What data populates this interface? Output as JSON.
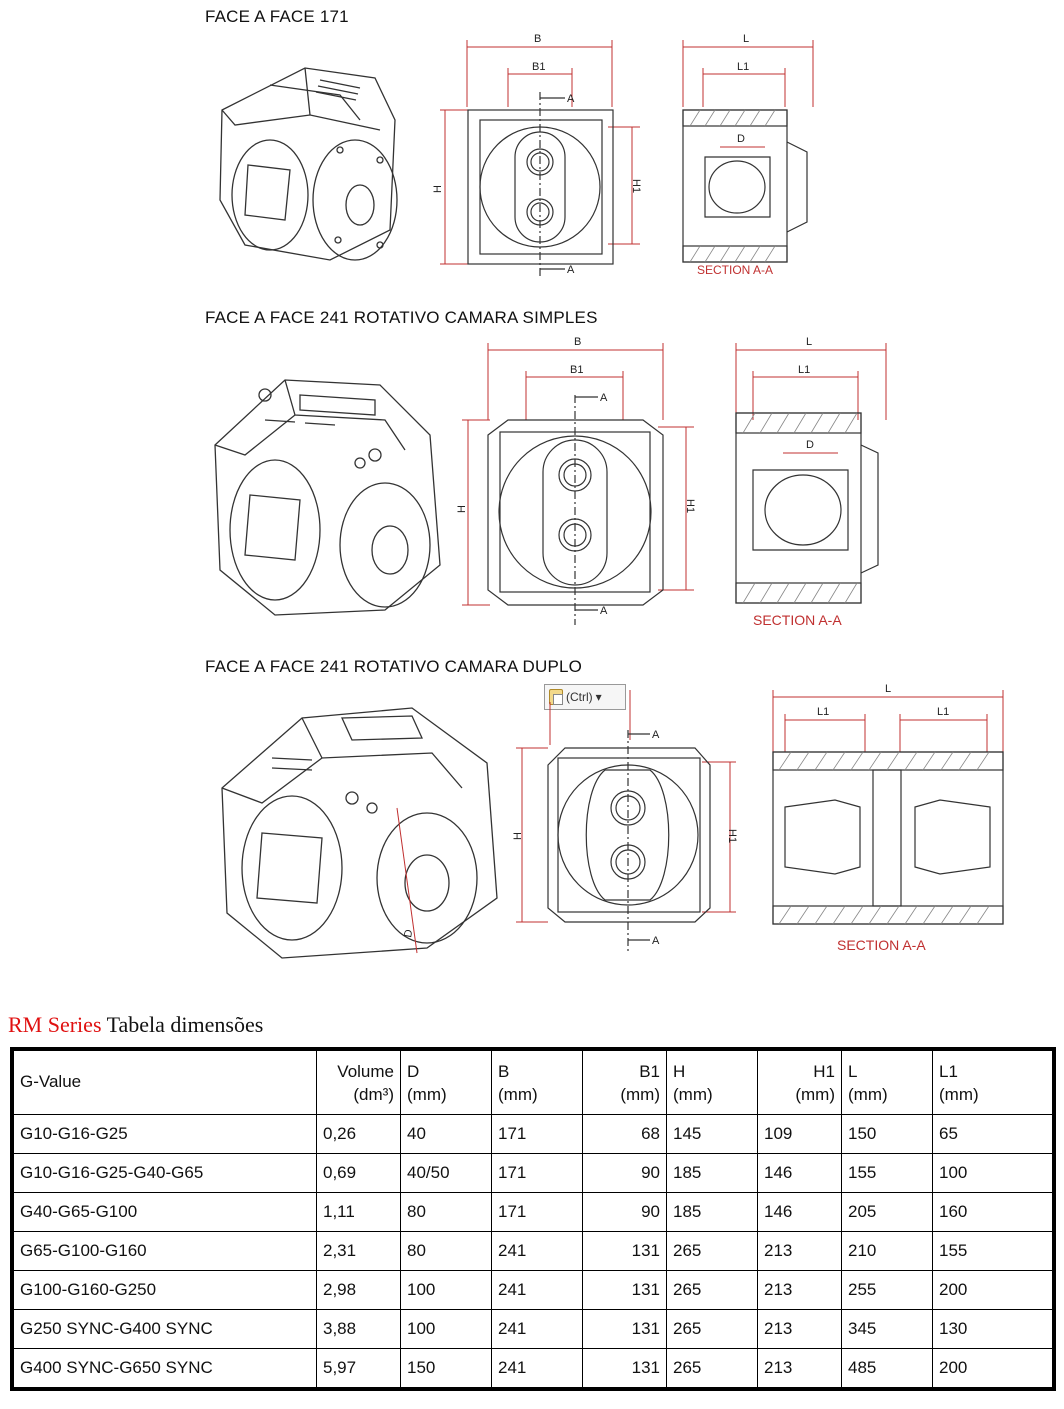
{
  "sections": [
    {
      "title": "FACE A FACE 171",
      "dims": {
        "b": "B",
        "b1": "B1",
        "h": "H",
        "h1": "H1",
        "l": "L",
        "l1": "L1",
        "d": "D",
        "a": "A"
      },
      "section_label": "SECTION A-A"
    },
    {
      "title": "FACE A FACE 241 ROTATIVO CAMARA SIMPLES",
      "dims": {
        "b": "B",
        "b1": "B1",
        "h": "H",
        "h1": "H1",
        "l": "L",
        "l1": "L1",
        "d": "D",
        "a": "A"
      },
      "section_label": "SECTION A-A"
    },
    {
      "title": "FACE A FACE 241 ROTATIVO CAMARA DUPLO",
      "dims": {
        "h": "H",
        "h1": "H1",
        "l": "L",
        "l1": "L1",
        "d": "D",
        "a": "A"
      },
      "section_label": "SECTION A-A"
    }
  ],
  "paste_badge": {
    "label": "(Ctrl)",
    "arrow": "▾"
  },
  "table": {
    "title_red": "RM Series",
    "title_rest": " Tabela dimensões",
    "headers": [
      {
        "line1": "G-Value",
        "line2": ""
      },
      {
        "line1": "Volume",
        "line2": "(dm³)"
      },
      {
        "line1": "D",
        "line2": "(mm)"
      },
      {
        "line1": "B",
        "line2": "(mm)"
      },
      {
        "line1": "B1",
        "line2": "(mm)"
      },
      {
        "line1": "H",
        "line2": "(mm)"
      },
      {
        "line1": "H1",
        "line2": "(mm)"
      },
      {
        "line1": "L",
        "line2": "(mm)"
      },
      {
        "line1": "L1",
        "line2": "(mm)"
      }
    ],
    "rows": [
      [
        "G10-G16-G25",
        "0,26",
        "40",
        "171",
        "68",
        "145",
        "109",
        "150",
        "65"
      ],
      [
        "G10-G16-G25-G40-G65",
        "0,69",
        "40/50",
        "171",
        "90",
        "185",
        "146",
        "155",
        "100"
      ],
      [
        "G40-G65-G100",
        "1,11",
        "80",
        "171",
        "90",
        "185",
        "146",
        "205",
        "160"
      ],
      [
        "G65-G100-G160",
        "2,31",
        "80",
        "241",
        "131",
        "265",
        "213",
        "210",
        "155"
      ],
      [
        "G100-G160-G250",
        "2,98",
        "100",
        "241",
        "131",
        "265",
        "213",
        "255",
        "200"
      ],
      [
        "G250 SYNC-G400 SYNC",
        "3,88",
        "100",
        "241",
        "131",
        "265",
        "213",
        "345",
        "130"
      ],
      [
        "G400 SYNC-G650 SYNC",
        "5,97",
        "150",
        "241",
        "131",
        "265",
        "213",
        "485",
        "200"
      ]
    ]
  }
}
